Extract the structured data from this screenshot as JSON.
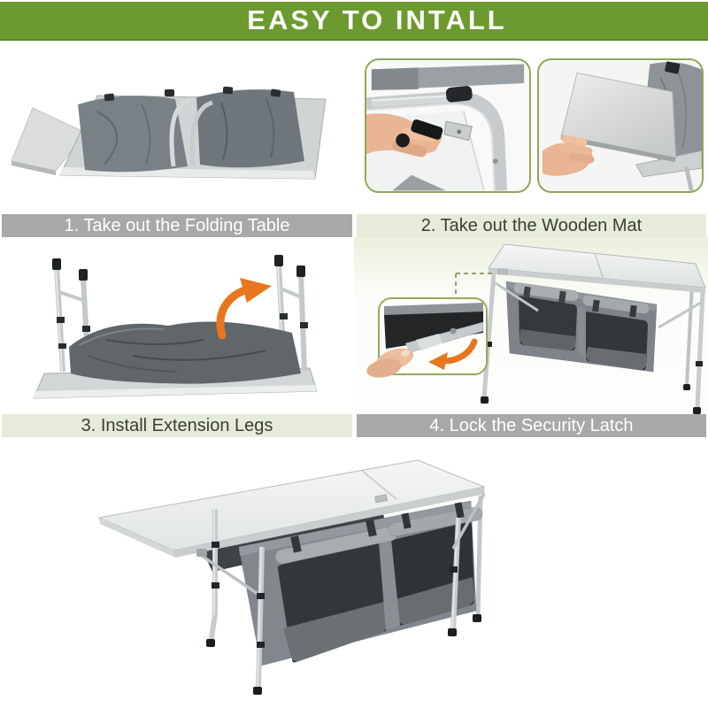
{
  "title": "EASY TO INTALL",
  "steps": [
    {
      "number": "1",
      "caption": "1. Take out the Folding Table"
    },
    {
      "number": "2",
      "caption": "2. Take out the Wooden Mat"
    },
    {
      "number": "3",
      "caption": "3. Install Extension Legs"
    },
    {
      "number": "4",
      "caption": "4. Lock the Security Latch"
    }
  ],
  "colors": {
    "banner_green": "#6C9A2E",
    "banner_text": "#FFFFFF",
    "caption_gray_bg": "#A8A8A6",
    "caption_gray_text": "#FFFFFF",
    "caption_light_bg": "#E7EBD9",
    "caption_light_text": "#39402F",
    "photo_border_green": "#8FA757",
    "arrow_orange": "#E8761E"
  }
}
